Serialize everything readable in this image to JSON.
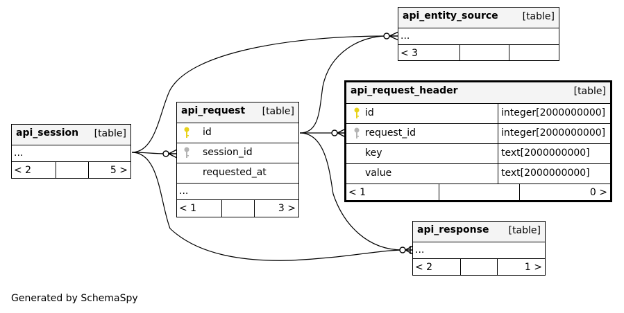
{
  "tables": {
    "api_session": {
      "name": "api_session",
      "type": "[table]",
      "rows": [
        "..."
      ],
      "footer": {
        "left": "< 2",
        "right": "5 >"
      }
    },
    "api_request": {
      "name": "api_request",
      "type": "[table]",
      "columns": [
        {
          "name": "id",
          "key": "primary"
        },
        {
          "name": "session_id",
          "key": "foreign"
        },
        {
          "name": "requested_at",
          "key": ""
        }
      ],
      "rows": [
        "..."
      ],
      "footer": {
        "left": "< 1",
        "right": "3 >"
      }
    },
    "api_entity_source": {
      "name": "api_entity_source",
      "type": "[table]",
      "rows": [
        "..."
      ],
      "footer": {
        "left": "< 3",
        "right": ""
      }
    },
    "api_request_header": {
      "name": "api_request_header",
      "type": "[table]",
      "columns": [
        {
          "name": "id",
          "datatype": "integer[2000000000]",
          "key": "primary"
        },
        {
          "name": "request_id",
          "datatype": "integer[2000000000]",
          "key": "foreign"
        },
        {
          "name": "key",
          "datatype": "text[2000000000]",
          "key": ""
        },
        {
          "name": "value",
          "datatype": "text[2000000000]",
          "key": ""
        }
      ],
      "footer": {
        "left": "< 1",
        "right": "0 >"
      }
    },
    "api_response": {
      "name": "api_response",
      "type": "[table]",
      "rows": [
        "..."
      ],
      "footer": {
        "left": "< 2",
        "right": "1 >"
      }
    }
  },
  "colors": {
    "primary_key": "#e8d21a",
    "foreign_key": "#b4b4b4",
    "header_bg": "#f4f4f4"
  },
  "footer_text": "Generated by SchemaSpy"
}
